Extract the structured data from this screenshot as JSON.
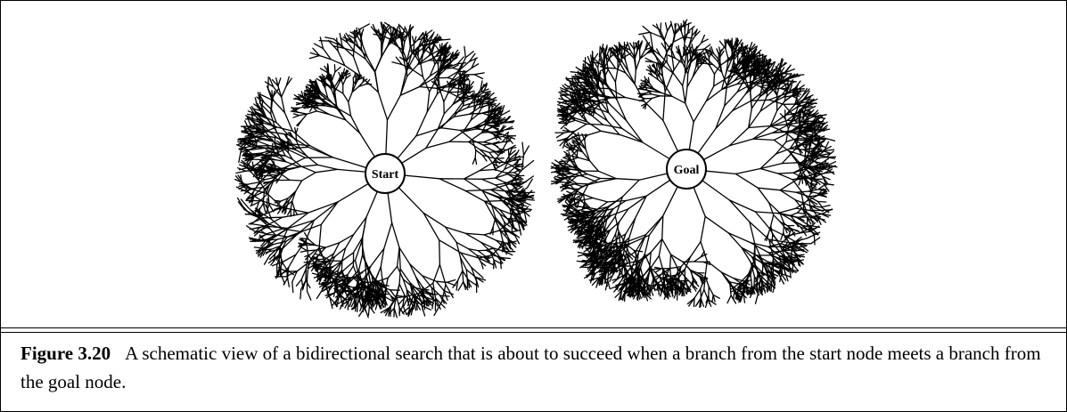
{
  "figure": {
    "number": "Figure 3.20",
    "caption": "A schematic view of a bidirectional search that is about to succeed when a branch from the start node meets a branch from the goal node."
  },
  "trees": [
    {
      "id": "start",
      "label": "Start",
      "seed": 7
    },
    {
      "id": "goal",
      "label": "Goal",
      "seed": 23
    }
  ],
  "colors": {
    "stroke": "#000000",
    "background": "#ffffff"
  }
}
